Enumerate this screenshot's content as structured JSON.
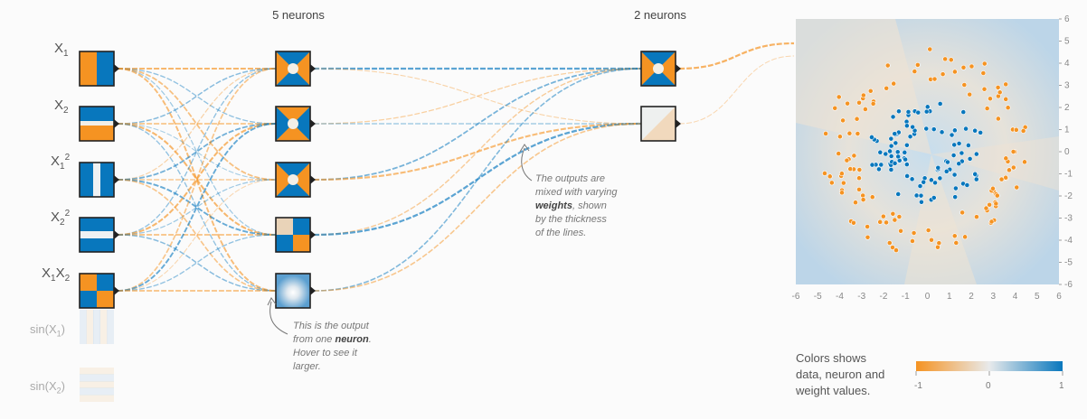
{
  "inputs": [
    {
      "label": "X1",
      "base": "X",
      "sub": "1",
      "sup": "",
      "pattern": "v"
    },
    {
      "label": "X2",
      "base": "X",
      "sub": "2",
      "sup": "",
      "pattern": "h"
    },
    {
      "label": "X1^2",
      "base": "X",
      "sub": "1",
      "sup": "2",
      "pattern": "vstripe"
    },
    {
      "label": "X2^2",
      "base": "X",
      "sub": "2",
      "sup": "2",
      "pattern": "hstripe"
    },
    {
      "label": "X1X2",
      "base": "X",
      "sub": "1",
      "sup": "",
      "base2": "X",
      "sub2": "2",
      "pattern": "quad"
    }
  ],
  "disabled_inputs": [
    {
      "label": "sin(X1)",
      "text": "sin(X",
      "sub": "1",
      "close": ")"
    },
    {
      "label": "sin(X2)",
      "text": "sin(X",
      "sub": "2",
      "close": ")"
    }
  ],
  "layer1_title": "5 neurons",
  "layer2_title": "2 neurons",
  "note_neuron": {
    "line1": "This is the output",
    "line2_pre": "from one ",
    "line2_bold": "neuron",
    "line2_post": ".",
    "line3": "Hover to see it",
    "line4": "larger."
  },
  "note_weights": {
    "line1": "The outputs are",
    "line2_pre": "mixed with varying",
    "line3_bold": "weights",
    "line3_post": ", shown",
    "line4": "by the thickness",
    "line5": "of the lines."
  },
  "legend": {
    "line1": "Colors shows",
    "line2": "data, neuron and",
    "line3": "weight values.",
    "tick_min": "-1",
    "tick_mid": "0",
    "tick_max": "1"
  },
  "colors": {
    "orange": "#f59322",
    "blue": "#0877bd",
    "neutral": "#e8eaeb"
  },
  "plot": {
    "x_ticks": [
      "-6",
      "-5",
      "-4",
      "-3",
      "-2",
      "-1",
      "0",
      "1",
      "2",
      "3",
      "4",
      "5",
      "6"
    ],
    "y_ticks": [
      "6",
      "5",
      "4",
      "3",
      "2",
      "1",
      "0",
      "-1",
      "-2",
      "-3",
      "-4",
      "-5",
      "-6"
    ]
  }
}
